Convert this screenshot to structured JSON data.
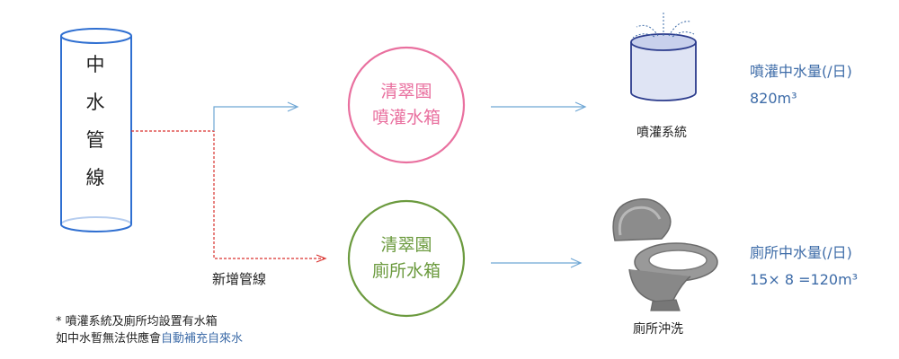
{
  "pipe": {
    "chars": [
      "中",
      "水",
      "管",
      "線"
    ]
  },
  "tanks": {
    "irrigation": {
      "line1": "清翠園",
      "line2": "噴灌水箱",
      "color": "#e9709f"
    },
    "toilet": {
      "line1": "清翠園",
      "line2": "廁所水箱",
      "color": "#6b9a3e"
    }
  },
  "new_pipe_label": "新增管線",
  "systems": {
    "irrigation": {
      "label": "噴灌系統",
      "volume_title": "噴灌中水量(/日)",
      "volume_value": "820m³"
    },
    "toilet": {
      "label": "廁所沖洗",
      "volume_title": "廁所中水量(/日)",
      "volume_value": "15× 8 =120m³"
    }
  },
  "note": {
    "line1": "* 噴灌系統及廁所均設置有水箱",
    "line2_prefix": "如中水暫無法供應會",
    "line2_highlight": "自動補充自來水"
  },
  "colors": {
    "accent_blue": "#3e6ca8",
    "arrow_blue": "#6ea6d4",
    "new_pipe_red": "#d9322e"
  }
}
